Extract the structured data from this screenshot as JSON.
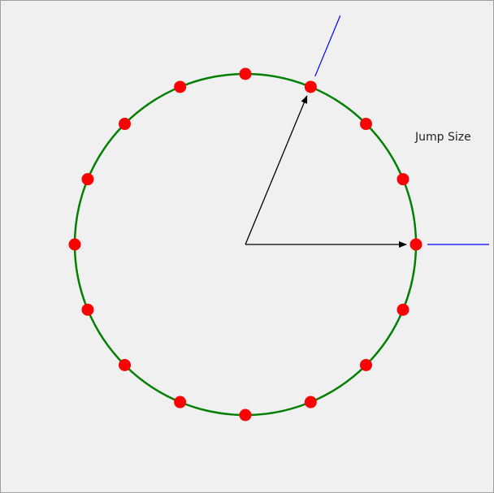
{
  "labels": {
    "jump_size": "Jump Size"
  },
  "diagram": {
    "point_count": 16,
    "jump_steps": 3,
    "colors": {
      "background": "#f0f0f0",
      "circle": "#008000",
      "points": "#ff0000",
      "arrows": "#000000",
      "boundary_lines": "#0000ff",
      "text": "#222222"
    }
  }
}
